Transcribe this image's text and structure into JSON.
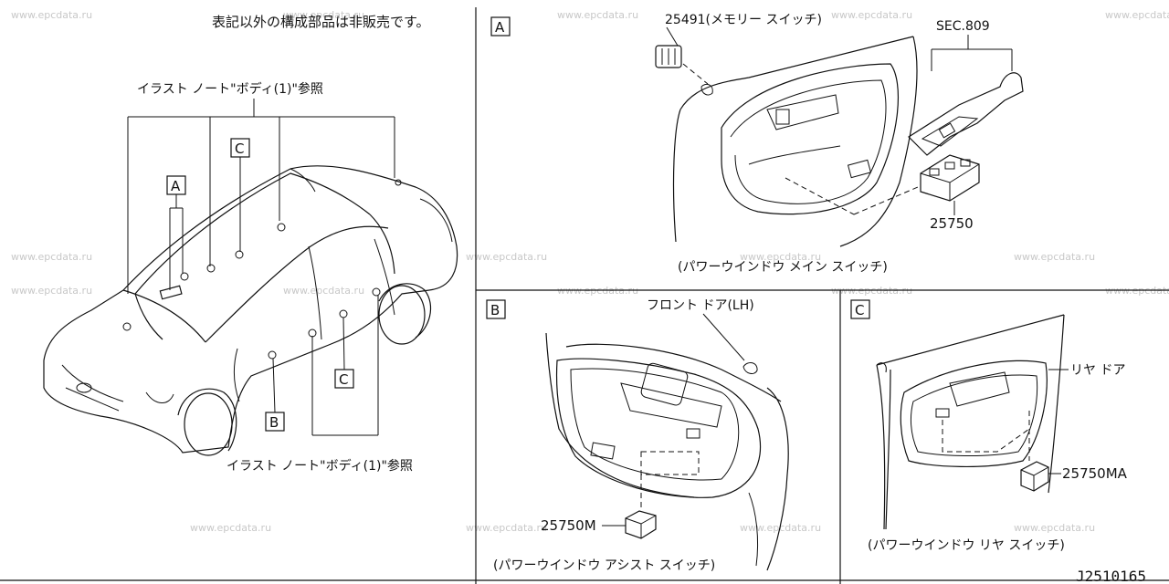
{
  "watermark": "www.epcdata.ru",
  "note": "表記以外の構成部品は非販売です。",
  "overview": {
    "ref_top": "イラスト ノート\"ボディ(1)\"参照",
    "ref_bottom": "イラスト ノート\"ボディ(1)\"参照",
    "tag_a": "A",
    "tag_b": "B",
    "tag_c1": "C",
    "tag_c2": "C"
  },
  "panel_a": {
    "tag": "A",
    "memory_switch": "25491(メモリー スイッチ)",
    "sec": "SEC.809",
    "part": "25750",
    "caption": "(パワーウインドウ メイン スイッチ)"
  },
  "panel_b": {
    "tag": "B",
    "door": "フロント ドア(LH)",
    "part": "25750M",
    "caption": "(パワーウインドウ アシスト スイッチ)"
  },
  "panel_c": {
    "tag": "C",
    "door": "リヤ ドア",
    "part": "25750MA",
    "caption": "(パワーウインドウ リヤ スイッチ)"
  },
  "diagram_id": "J2510165"
}
